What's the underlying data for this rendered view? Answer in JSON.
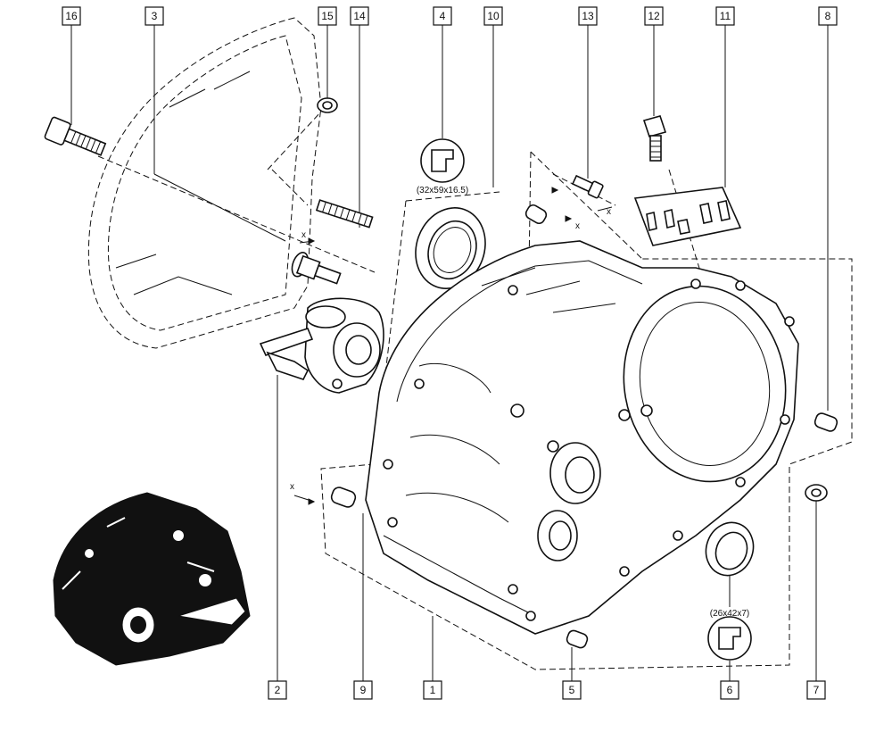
{
  "callouts": {
    "c16": "16",
    "c3": "3",
    "c15": "15",
    "c14": "14",
    "c4": "4",
    "c10": "10",
    "c13": "13",
    "c12": "12",
    "c11": "11",
    "c8": "8",
    "c2": "2",
    "c9": "9",
    "c1": "1",
    "c5": "5",
    "c6": "6",
    "c7": "7"
  },
  "dimensions": {
    "seal_large": "(32x59x16.5)",
    "seal_small": "(26x42x7)"
  },
  "axis_marks": {
    "x1": "x",
    "x2": "x",
    "x3": "x",
    "x4": "x"
  }
}
